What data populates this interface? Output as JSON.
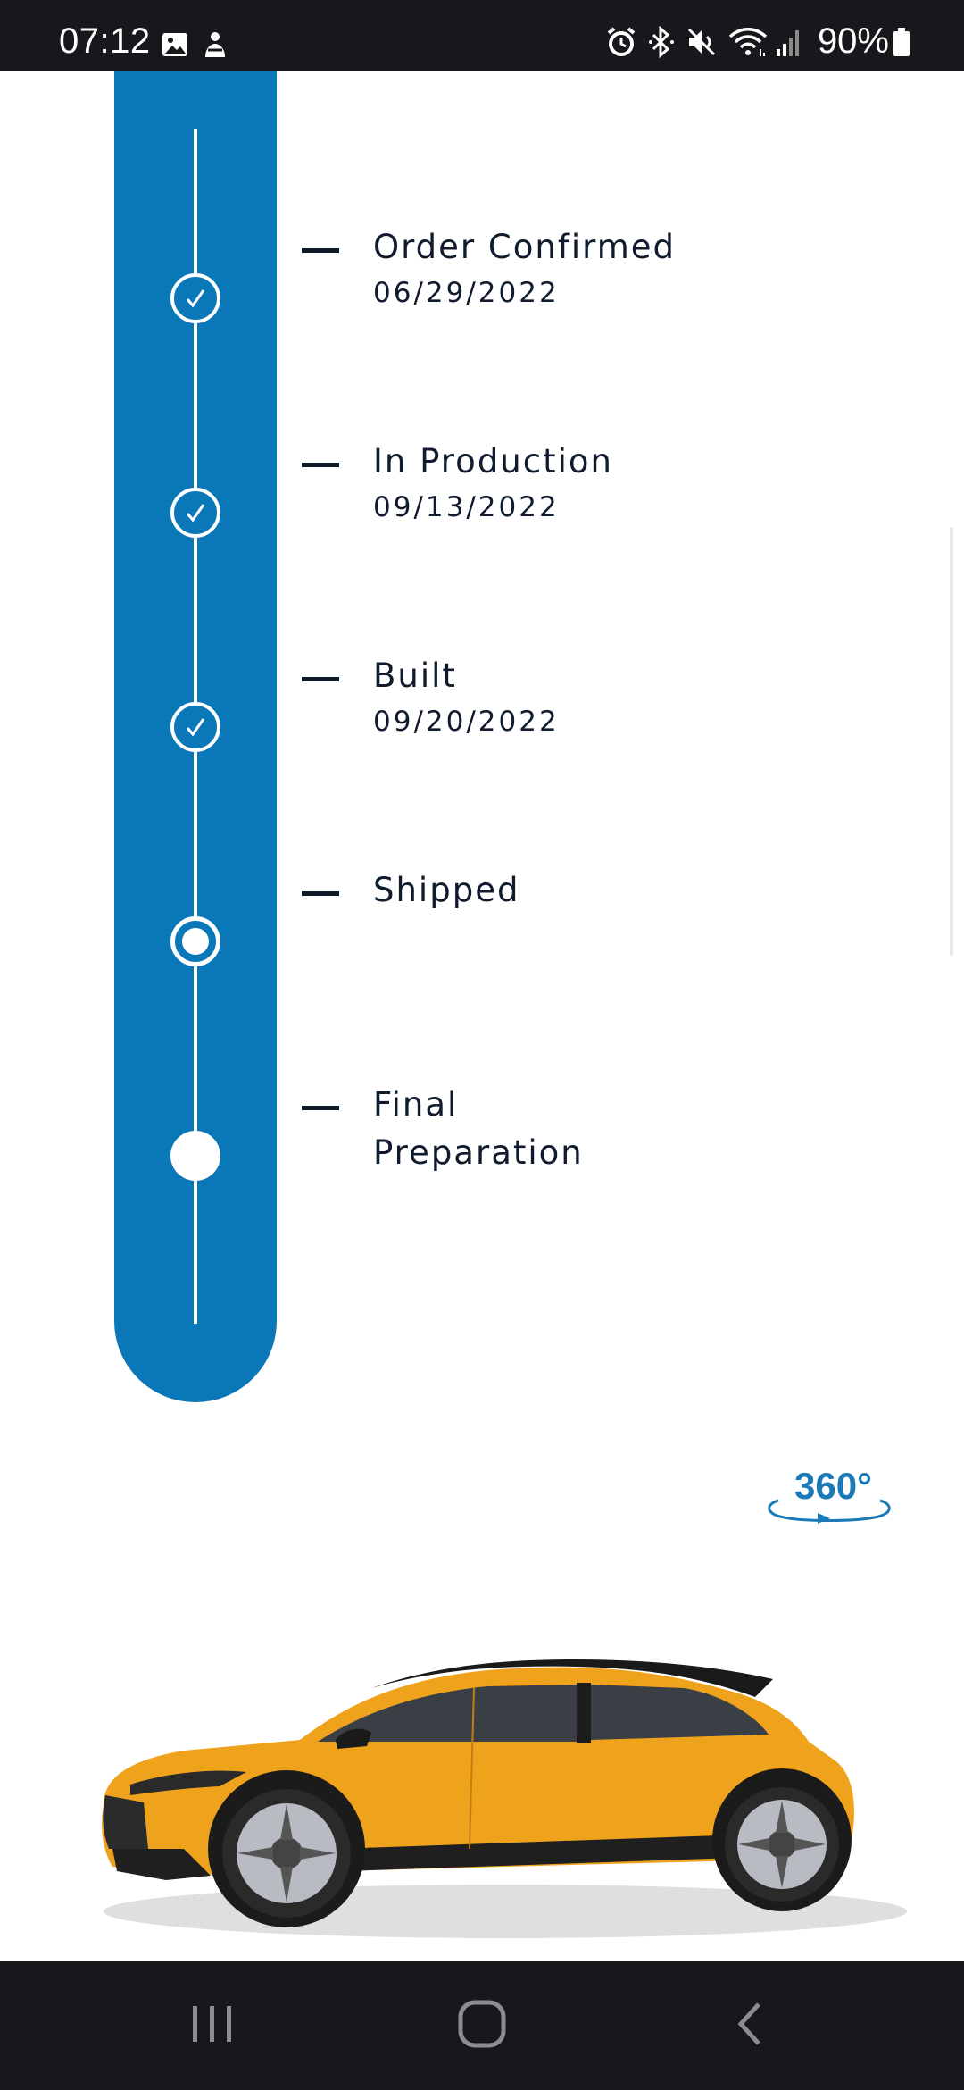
{
  "status_bar": {
    "time": "07:12",
    "battery": "90%",
    "left_icons": [
      "image-icon",
      "person-icon"
    ],
    "right_icons": [
      "alarm-icon",
      "bluetooth-icon",
      "mute-icon",
      "wifi-icon",
      "signal-icon",
      "battery-icon"
    ]
  },
  "timeline": {
    "accent_color": "#0a78b8",
    "steps": [
      {
        "label": "Order Confirmed",
        "date": "06/29/2022",
        "state": "done"
      },
      {
        "label": "In Production",
        "date": "09/13/2022",
        "state": "done"
      },
      {
        "label": "Built",
        "date": "09/20/2022",
        "state": "done"
      },
      {
        "label": "Shipped",
        "date": "",
        "state": "current"
      },
      {
        "label": "Final\nPreparation",
        "date": "",
        "state": "pending"
      }
    ]
  },
  "vehicle": {
    "view_360_label": "360°",
    "body_color": "#f0a020"
  },
  "nav_bar": {
    "items": [
      "recent-apps-icon",
      "home-icon",
      "back-icon"
    ]
  }
}
